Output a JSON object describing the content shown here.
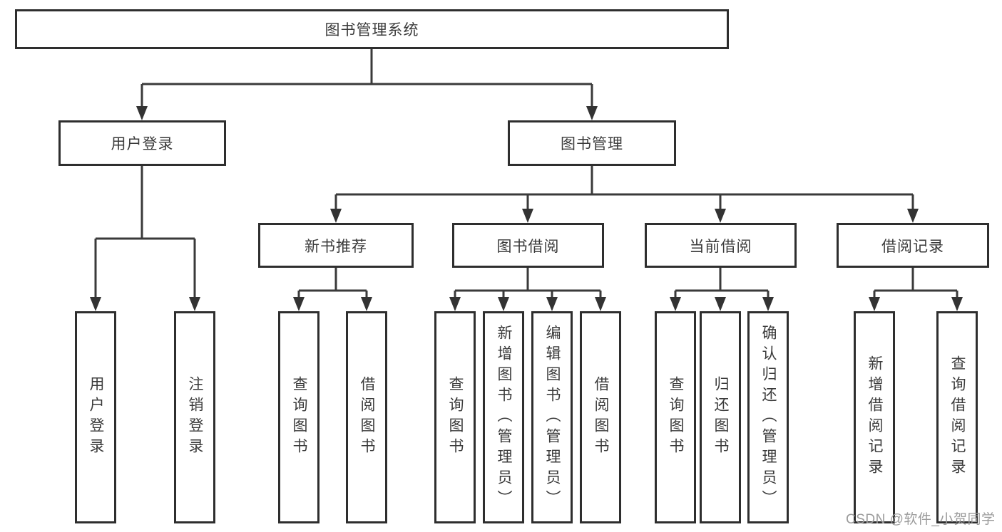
{
  "diagram": {
    "title": "图书管理系统",
    "colors": {
      "line": "#3a3a3a",
      "border": "#2e2e2e",
      "text": "#3a3a3a",
      "watermark": "#9b9b9b",
      "background": "#ffffff"
    },
    "tree": {
      "label": "图书管理系统",
      "children": [
        {
          "label": "用户登录",
          "children": [
            {
              "label": "用户登录"
            },
            {
              "label": "注销登录"
            }
          ]
        },
        {
          "label": "图书管理",
          "children": [
            {
              "label": "新书推荐",
              "children": [
                {
                  "label": "查询图书"
                },
                {
                  "label": "借阅图书"
                }
              ]
            },
            {
              "label": "图书借阅",
              "children": [
                {
                  "label": "查询图书"
                },
                {
                  "label": "新增图书（管理员）"
                },
                {
                  "label": "编辑图书（管理员）"
                },
                {
                  "label": "借阅图书"
                }
              ]
            },
            {
              "label": "当前借阅",
              "children": [
                {
                  "label": "查询图书"
                },
                {
                  "label": "归还图书"
                },
                {
                  "label": "确认归还（管理员）"
                }
              ]
            },
            {
              "label": "借阅记录",
              "children": [
                {
                  "label": "新增借阅记录"
                },
                {
                  "label": "查询借阅记录"
                }
              ]
            }
          ]
        }
      ]
    },
    "watermark": "CSDN @软件_小贺同学"
  }
}
